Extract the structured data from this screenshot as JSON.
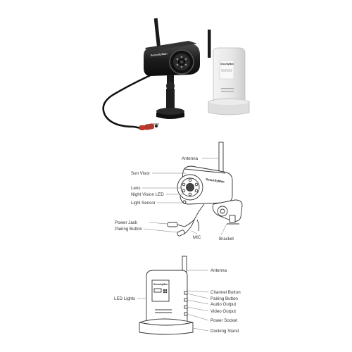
{
  "photo": {
    "camera_brand": "SecurityMan",
    "receiver_brand": "SecurityMan"
  },
  "camera_diagram": {
    "brand": "SecurityMan",
    "labels": {
      "antenna": "Antenna",
      "sun_visor": "Sun Visor",
      "lens": "Lens",
      "night_vision_led": "Night Vision LED",
      "light_sensor": "Light Sensor",
      "power_jack": "Power Jack",
      "pairing_button": "Pairing Button",
      "mic": "MIC",
      "bracket": "Bracket"
    }
  },
  "receiver_diagram": {
    "brand": "SecurityMan",
    "labels": {
      "antenna": "Antenna",
      "led_lights": "LED Lights",
      "channel_button": "Channel Button",
      "pairing_button": "Pairing Button",
      "audio_output": "Audio Output",
      "video_output": "Video Output",
      "power_socket": "Power Socket",
      "docking_stand": "Docking Stand"
    }
  }
}
